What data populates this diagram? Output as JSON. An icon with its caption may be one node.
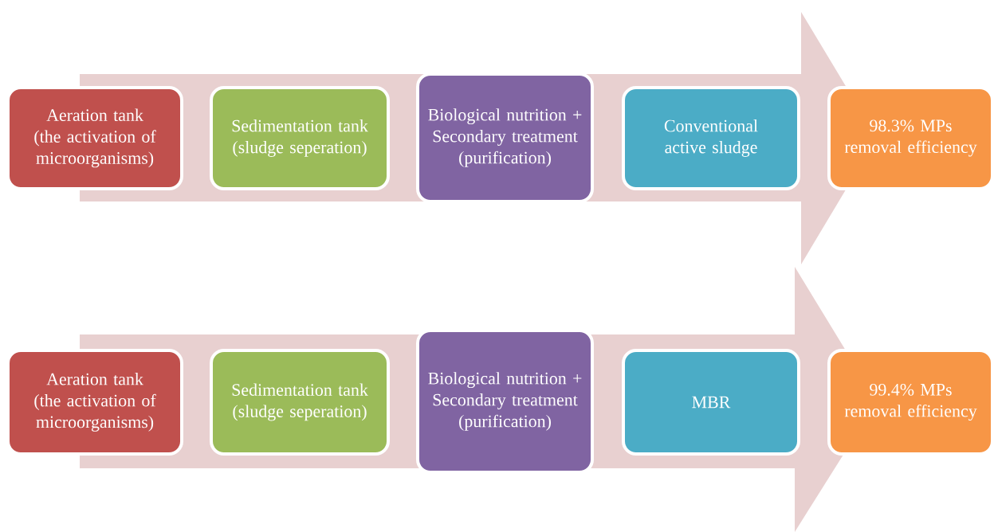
{
  "diagram": {
    "nodes": [
      {
        "text": [
          "Aeration tank (the activation of microorganisms)"
        ]
      },
      {
        "text": [
          "Sedimentation tank (sludge seperation)"
        ]
      },
      {
        "text": [
          "Biological nutrition + Secondary treatment (purification)"
        ]
      },
      {
        "text": [
          "Conventional active sludge"
        ]
      },
      {
        "text": [
          "98.3% MPs removal efficiency"
        ]
      },
      {
        "text": [
          "Aeration tank (the activation of microorganisms)"
        ]
      },
      {
        "text": [
          "Sedimentation tank (sludge seperation)"
        ]
      },
      {
        "text": [
          "Biological nutrition + Secondary treatment (purification)"
        ]
      },
      {
        "text": [
          "MBR"
        ]
      },
      {
        "text": [
          "99.4% MPs removal efficiency"
        ]
      }
    ]
  }
}
